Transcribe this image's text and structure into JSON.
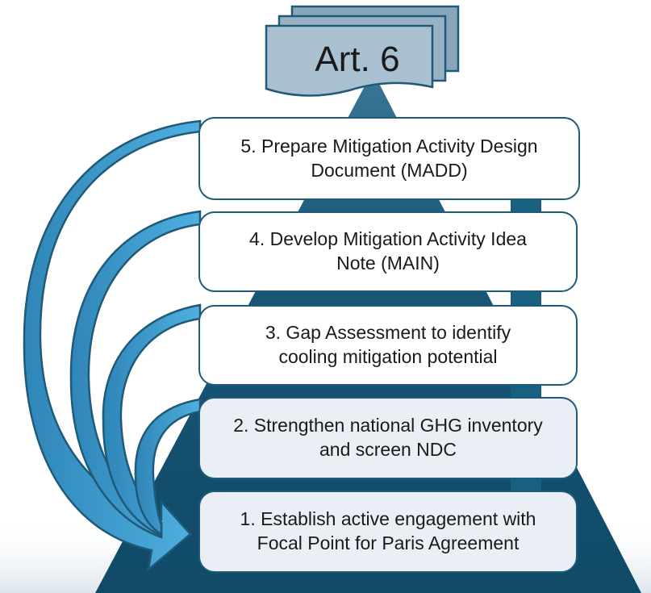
{
  "diagram": {
    "title": "Art. 6",
    "steps": [
      {
        "label": "5. Prepare Mitigation Activity Design\nDocument (MADD)"
      },
      {
        "label": "4. Develop Mitigation Activity Idea\nNote (MAIN)"
      },
      {
        "label": "3. Gap Assessment to identify\ncooling mitigation potential"
      },
      {
        "label": "2. Strengthen national GHG inventory\nand screen NDC"
      },
      {
        "label": "1. Establish active engagement with\nFocal Point for Paris Agreement"
      }
    ],
    "colors": {
      "pyramid": "#12506e",
      "step_border": "#1f5a78",
      "curved_arrow": "#3a9bd0",
      "up_arrow": "#17607f"
    }
  }
}
